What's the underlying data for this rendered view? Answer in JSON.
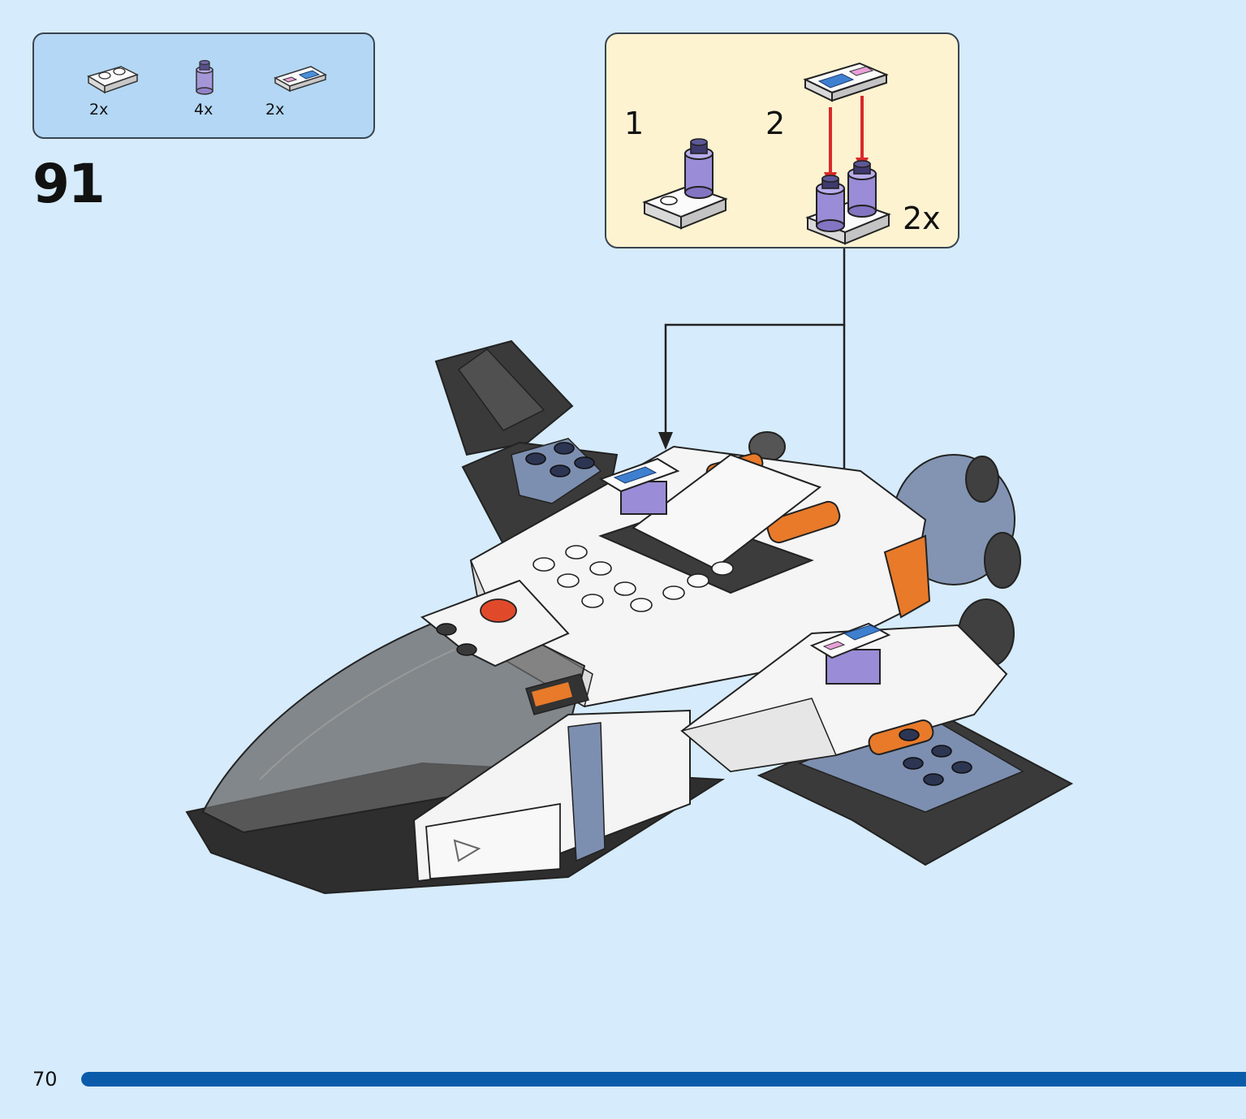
{
  "step": {
    "number": "91"
  },
  "page": {
    "number": "70"
  },
  "progress": {
    "fraction": 1.0
  },
  "parts_list": [
    {
      "qty": "2x",
      "icon": "white-plate-1x2-icon",
      "color": "#f4f4f4"
    },
    {
      "qty": "4x",
      "icon": "purple-round-brick-icon",
      "color": "#a596d8"
    },
    {
      "qty": "2x",
      "icon": "printed-tile-icon",
      "color": "#f4f4f4"
    }
  ],
  "sub_assembly": {
    "steps": [
      {
        "label": "1"
      },
      {
        "label": "2"
      }
    ],
    "multiplier": "2x"
  },
  "colors": {
    "background": "#d6ebfb",
    "parts_box": "#b3d7f4",
    "sub_box": "#fdf3d1",
    "progress": "#0a5cab",
    "arrow": "#d92a2a"
  }
}
